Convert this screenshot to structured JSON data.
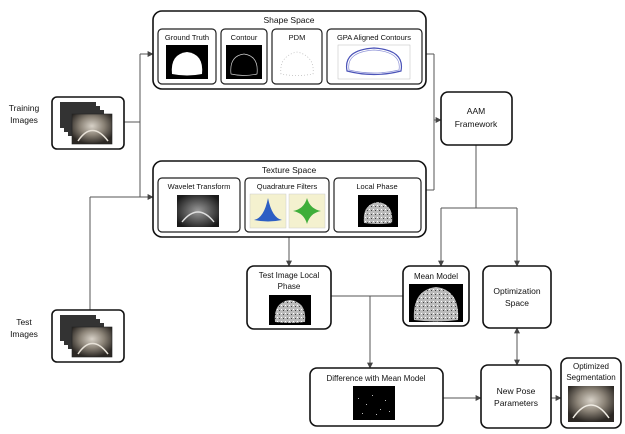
{
  "inputs": {
    "training": [
      "Training",
      "Images"
    ],
    "test": [
      "Test",
      "Images"
    ]
  },
  "shape_space": {
    "title": "Shape Space",
    "items": [
      "Ground Truth",
      "Contour",
      "PDM",
      "GPA Aligned Contours"
    ]
  },
  "texture_space": {
    "title": "Texture Space",
    "items": [
      "Wavelet Transform",
      "Quadrature Filters",
      "Local Phase"
    ]
  },
  "aam": [
    "AAM",
    "Framework"
  ],
  "test_phase": [
    "Test Image Local",
    "Phase"
  ],
  "mean_model": "Mean Model",
  "optimization": [
    "Optimization",
    "Space"
  ],
  "difference": "Difference with Mean Model",
  "pose": [
    "New Pose",
    "Parameters"
  ],
  "result": [
    "Optimized",
    "Segmentation"
  ],
  "colors": {
    "stroke": "#111111",
    "filter_bg": "#f4f1cf",
    "blue_peak": "#2d5fc4",
    "green_peak": "#3fae3a",
    "contour": "#4b53b8"
  }
}
